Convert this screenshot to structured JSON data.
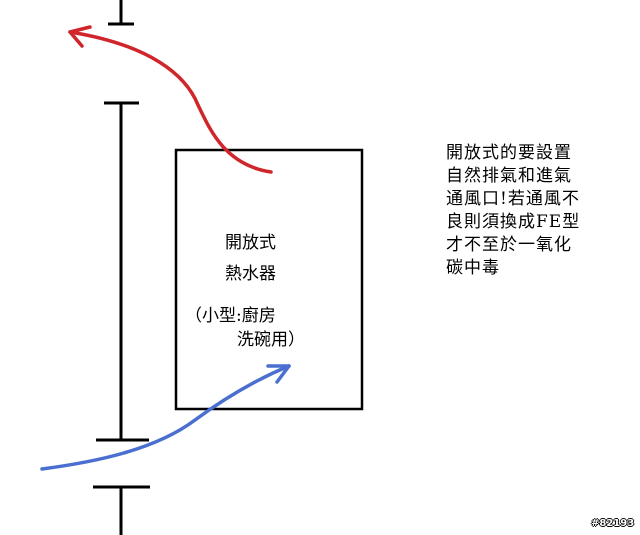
{
  "heater": {
    "line1": "開放式",
    "line2": "熱水器",
    "line3": "（小型:廚房",
    "line4": "洗碗用）"
  },
  "note": {
    "lines": [
      "開放式的要設置",
      "自然排氣和進氣",
      "通風口!若通風不",
      "良則須換成FE型",
      "才不至於一氧化",
      "碳中毒"
    ]
  },
  "watermark": "#82193",
  "colors": {
    "exhaust_arrow": "#d0252b",
    "intake_arrow": "#4a6fd0",
    "lines": "#000000"
  },
  "icons": {
    "exhaust": "red-curved-arrow-icon",
    "intake": "blue-curved-arrow-icon"
  }
}
